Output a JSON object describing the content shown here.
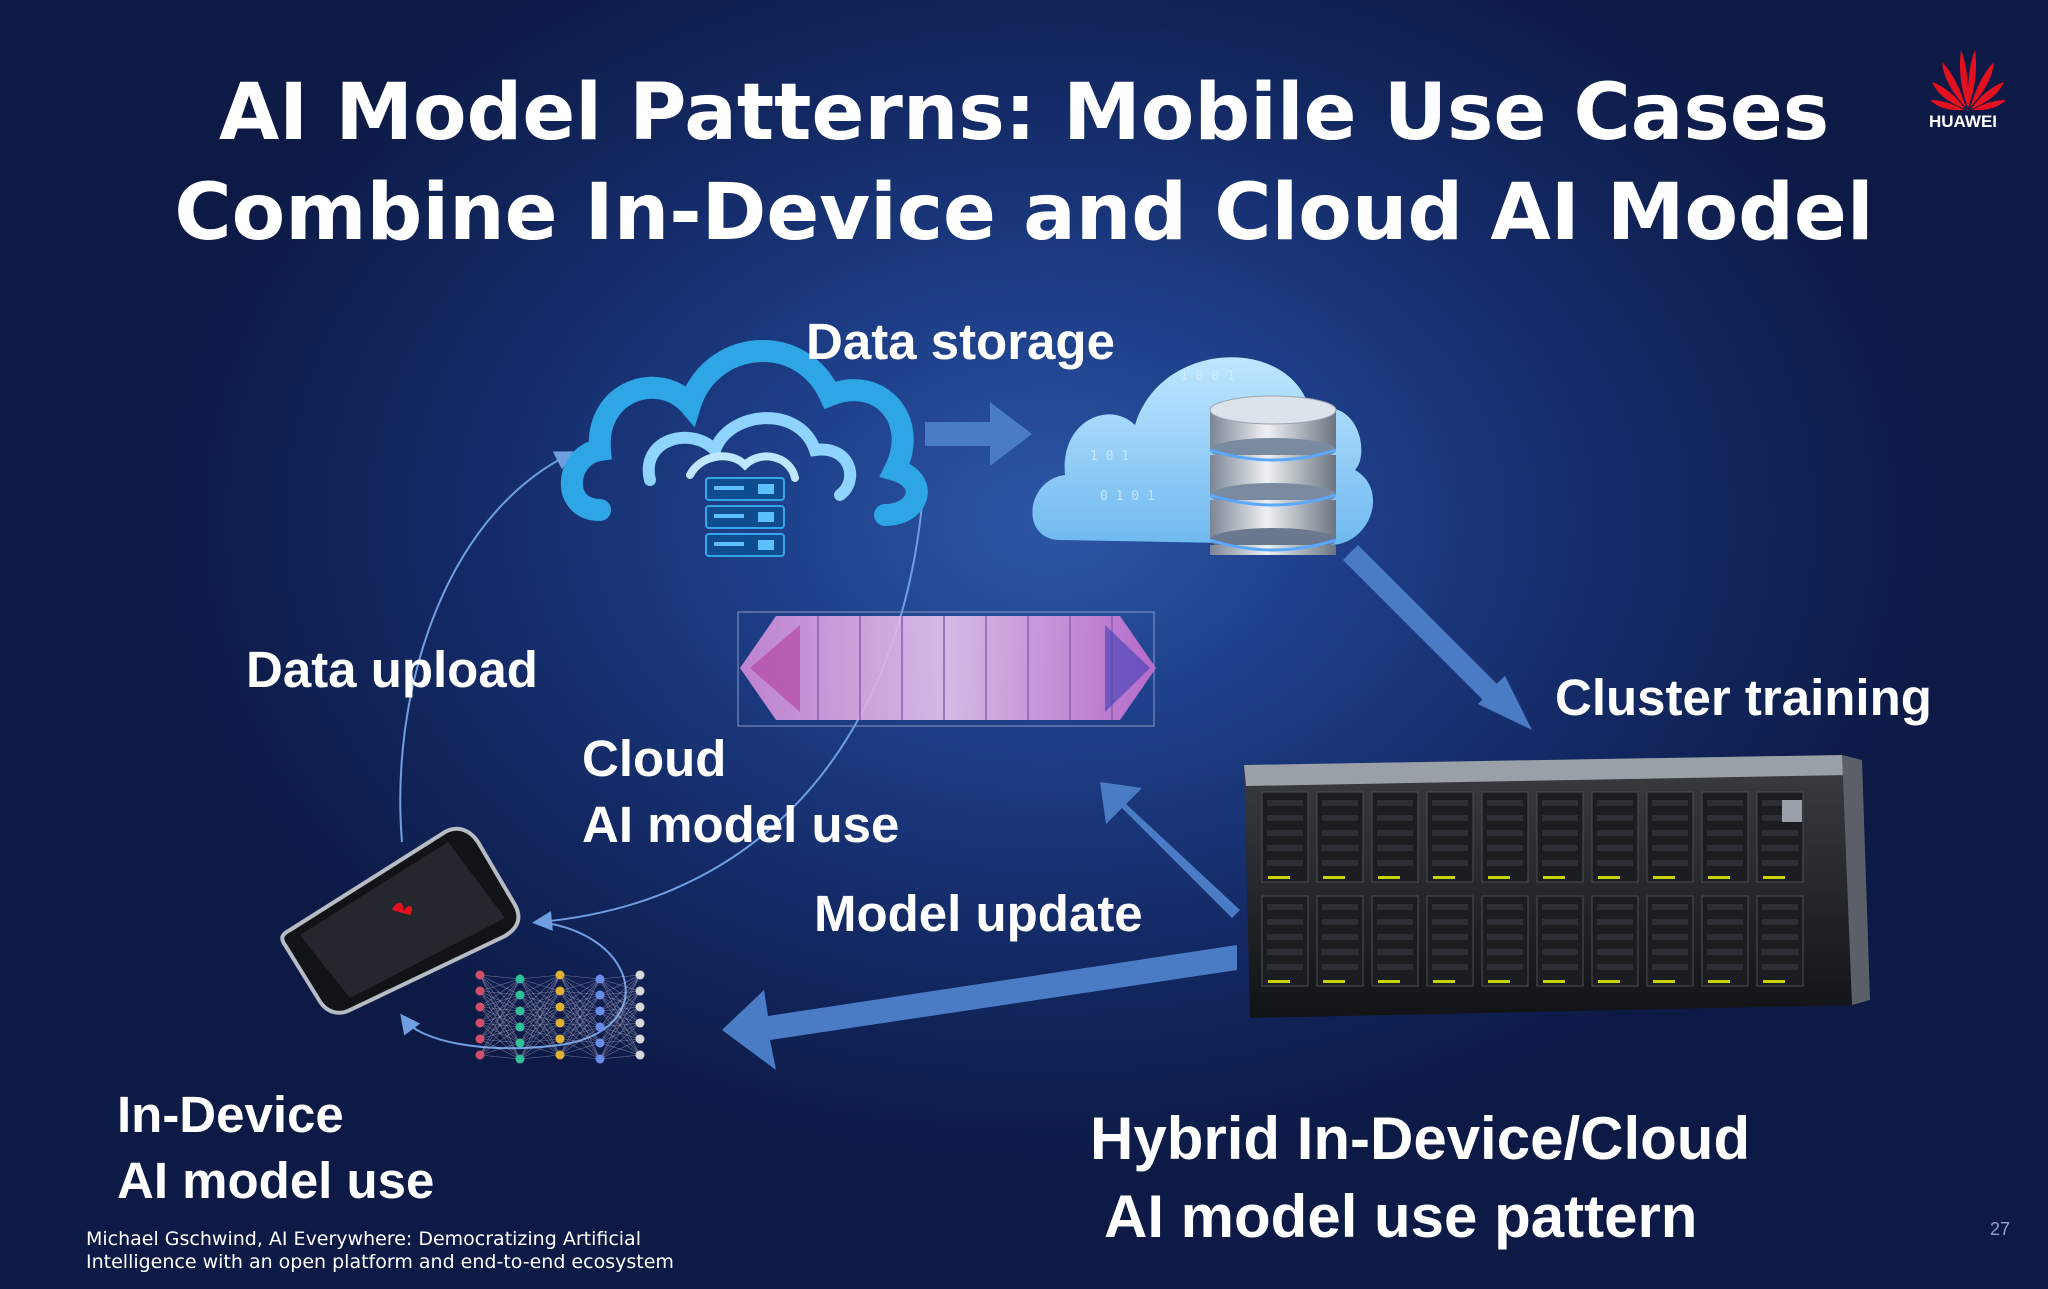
{
  "slide": {
    "title_line1": "AI Model Patterns: Mobile Use Cases",
    "title_line2": "Combine In-Device and Cloud AI Model",
    "logo_text": "HUAWEI",
    "page_number": "27"
  },
  "labels": {
    "data_storage": "Data storage",
    "data_upload": "Data upload",
    "cluster_training": "Cluster training",
    "cloud_use_line1": "Cloud",
    "cloud_use_line2": "AI model use",
    "model_update": "Model update",
    "in_device_line1": "In-Device",
    "in_device_line2": "AI model use",
    "hybrid_line1": "Hybrid In-Device/Cloud",
    "hybrid_line2": "AI model use pattern"
  },
  "footer": {
    "line1": "Michael Gschwind, AI Everywhere:  Democratizing Artificial",
    "line2": "Intelligence with an open platform and end-to-end ecosystem"
  },
  "colors": {
    "arrow": "#4a7cc6",
    "text": "#ffffff",
    "brand_red": "#e3101f"
  },
  "icons": [
    "cloud-server-icon",
    "database-cloud-icon",
    "server-rack-icon",
    "smartphone-icon",
    "neural-network-icon",
    "model-tensor-icon",
    "huawei-logo-icon"
  ]
}
